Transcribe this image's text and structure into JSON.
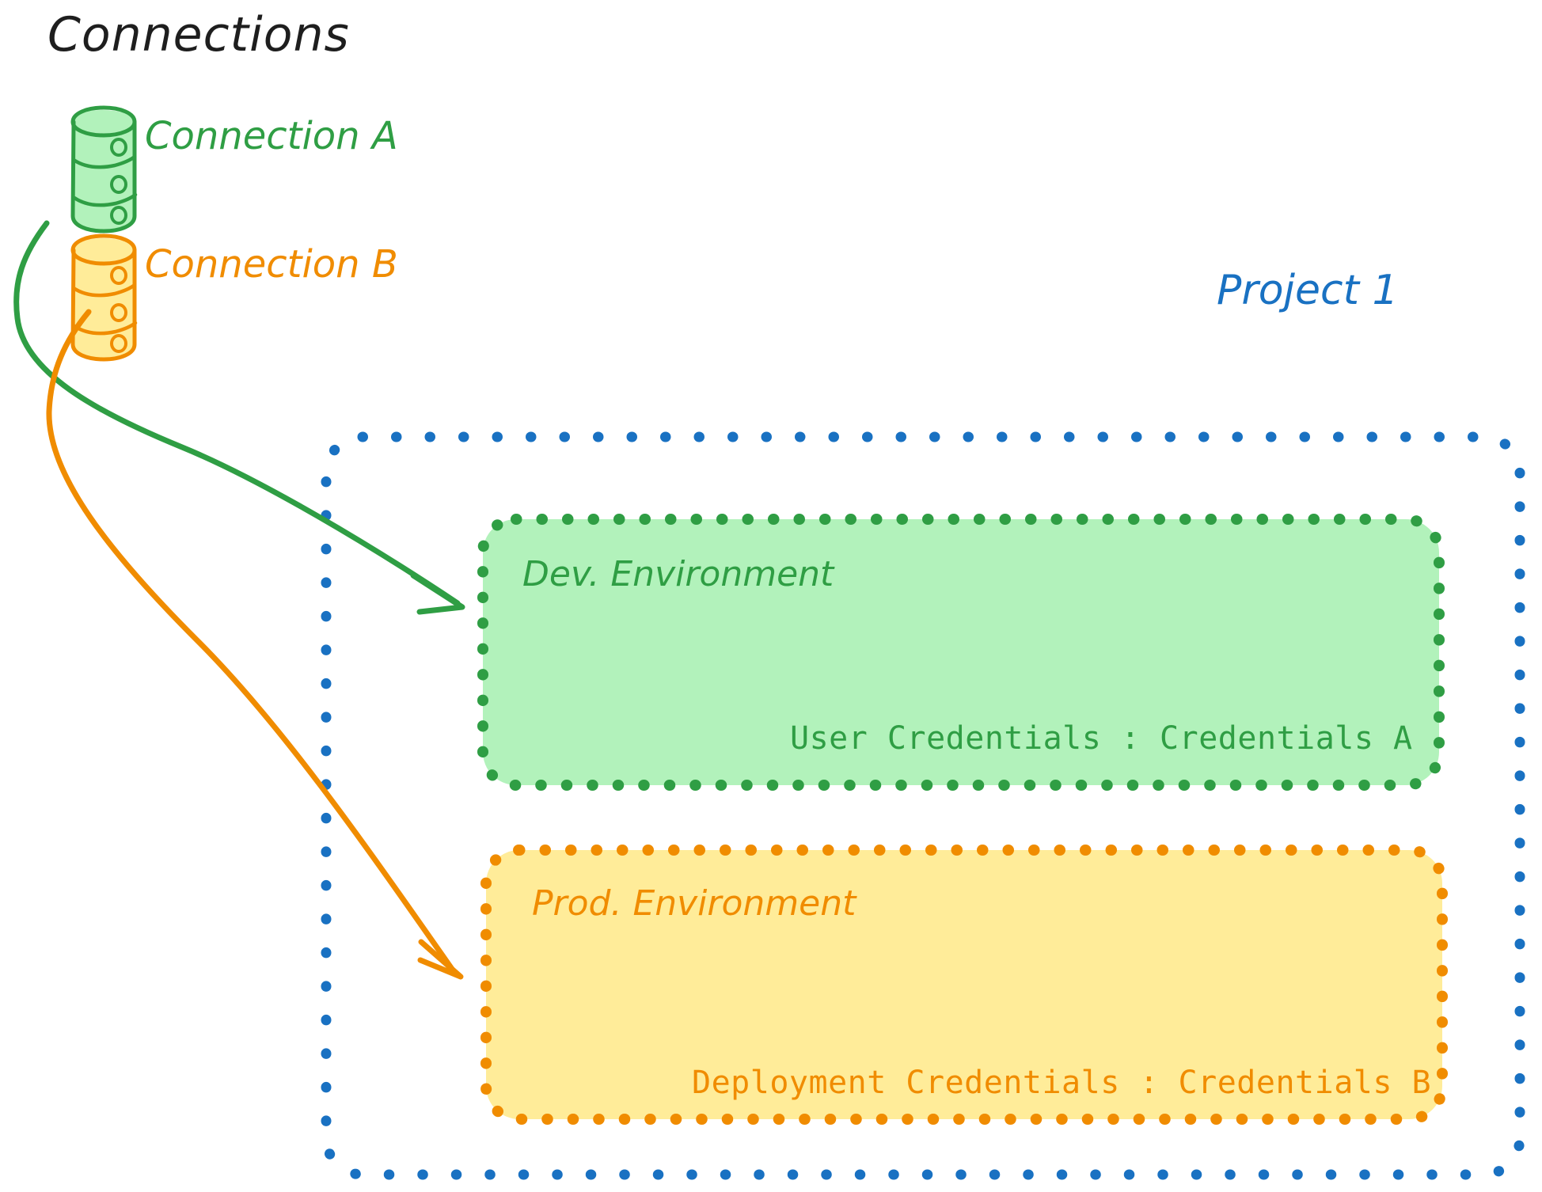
{
  "diagram": {
    "title": "Connections",
    "title_color": "#1e1e1e",
    "background": "#ffffff"
  },
  "connections": [
    {
      "id": "connection-a",
      "label": "Connection A",
      "icon": "database-cylinder-icon",
      "color": "#2f9e44",
      "fill": "#b2f2bb",
      "targets_label": "Dev. Environment"
    },
    {
      "id": "connection-b",
      "label": "Connection B",
      "icon": "database-cylinder-icon",
      "color": "#f08c00",
      "fill": "#ffec99",
      "targets_label": "Prod. Environment"
    }
  ],
  "project": {
    "label": "Project 1",
    "color": "#1971c2",
    "border_style": "dotted",
    "environments": [
      {
        "id": "dev-environment",
        "title": "Dev. Environment",
        "credentials_label": "User Credentials",
        "credentials_separator": ":",
        "credentials_value": "Credentials A",
        "credentials_line": "User Credentials : Credentials A",
        "color": "#2f9e44",
        "fill": "#b2f2bb",
        "border_style": "dotted"
      },
      {
        "id": "prod-environment",
        "title": "Prod. Environment",
        "credentials_label": "Deployment Credentials",
        "credentials_separator": ":",
        "credentials_value": "Credentials B",
        "credentials_line": "Deployment Credentials : Credentials B",
        "color": "#f08c00",
        "fill": "#ffec99",
        "border_style": "dotted"
      }
    ]
  },
  "arrows": [
    {
      "id": "arrow-connection-a-to-dev",
      "from": "connection-a",
      "to": "dev-environment",
      "color": "#2f9e44"
    },
    {
      "id": "arrow-connection-b-to-prod",
      "from": "connection-b",
      "to": "prod-environment",
      "color": "#f08c00"
    }
  ]
}
